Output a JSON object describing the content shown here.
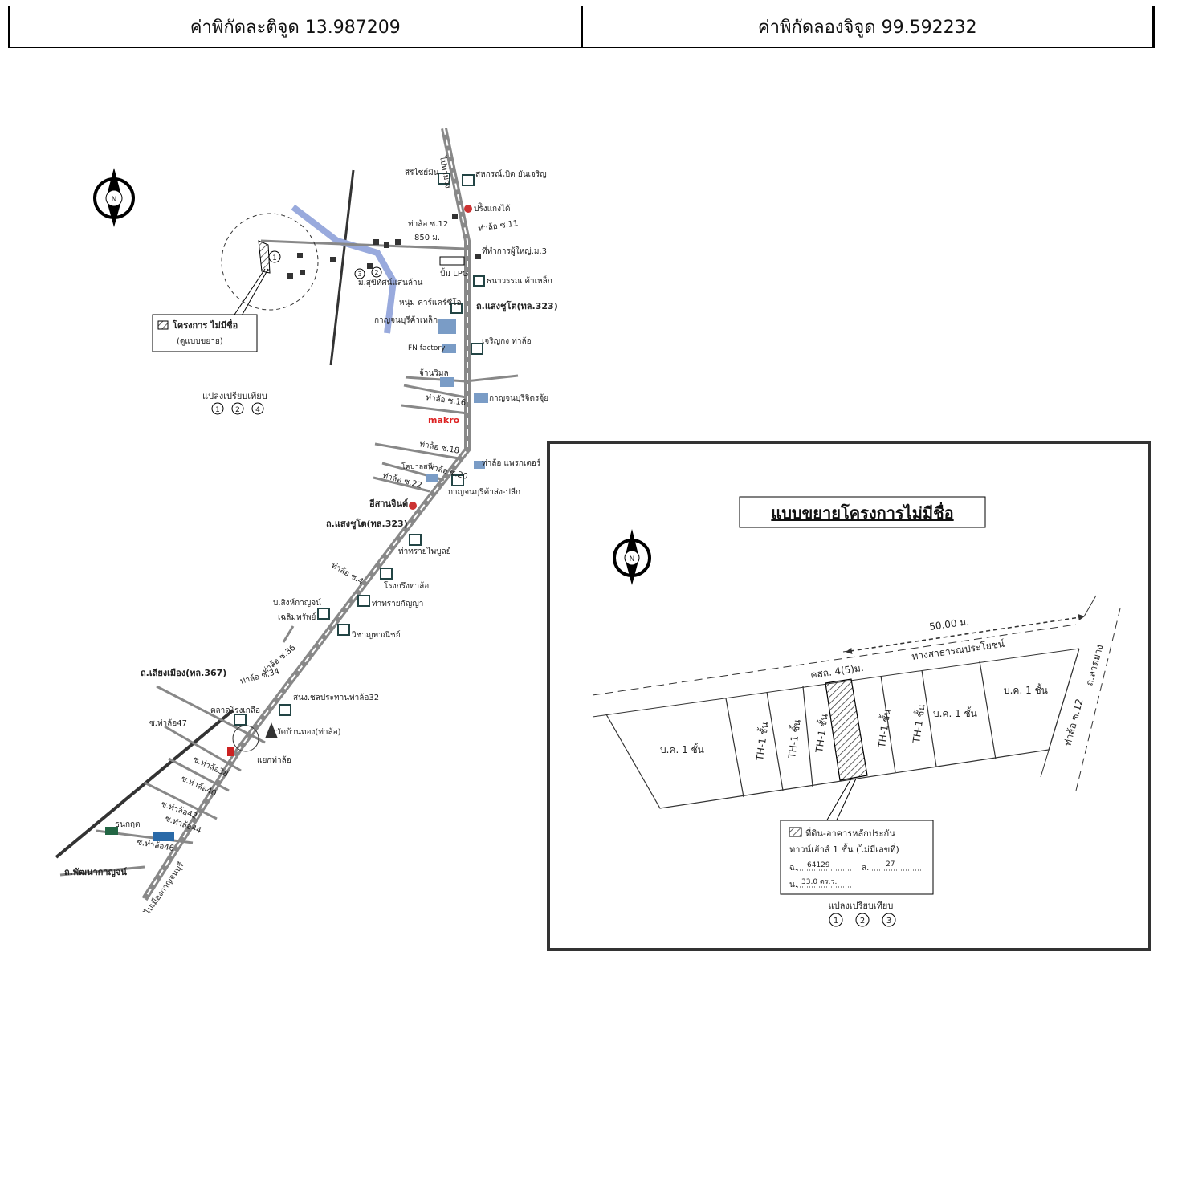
{
  "header": {
    "latitude": "ค่าพิกัดละติจูด 13.987209",
    "longitude": "ค่าพิกัดลองจิจูด 99.592232"
  },
  "overview_map": {
    "north": "N",
    "labels": {
      "to_north": "ไปท่าม่วง",
      "sirichai": "สิริไชย์มิน",
      "sahakorn": "สหกรณ์เบิด ยันเจริญ",
      "pro_liang": "ปร้ิงแกงได้",
      "thalo_12": "ท่าล้อ ซ.12",
      "thalo_11": "ท่าล้อ ซ.11",
      "dist_850": "850 ม.",
      "pumthong": "ที่ทำการผู้ใหญ่.ม.3",
      "lpg": "ปั้ม LPG",
      "sukho": "ม.สุขิทัศน์แสนล้าน",
      "thanawan": "ธนาวรรณ ค้าเหล็ก",
      "carcare": "หนุ่ม คาร์แคร์ซีโอ",
      "road_323_top": "ถ.แสงชูโต(ทล.323)",
      "karn_steel": "กาญจนบุรีค้าเหล็ก",
      "fn_factory": "FN factory",
      "charoen": "เจริญกง ท่าล้อ",
      "jan_wimon": "จ้านวิมล",
      "thalo_16": "ท่าล้อ ซ.16",
      "karn_jai": "กาญจนบุรีจิตรจุ้ย",
      "makro": "makro",
      "thalo_18": "ท่าล้อ ซ.18",
      "thalo_20": "ท่าล้อ ซ.20",
      "thalo_22": "ท่าล้อ ซ.22",
      "thalo_part": "ท่าล้อ แพรกเตอร์",
      "kobnam": "โคบาลสนี",
      "karn_plik": "กาญจนบุรีค้าส่ง-ปลีก",
      "isan": "อีสานจินต์",
      "road_323_mid": "ถ.แสงชูโต(ทล.323)",
      "thasai": "ท่าทรายไพบูลย์",
      "thalo_4": "ท่าล้อ ซ.4",
      "rongkrit": "โรงกรึงท่าล้อ",
      "singkarn": "บ.สิงห์กาญจน์",
      "chalerm": "เฉลิมทรัพย์",
      "thasai_kan": "ท่าทรายกัญญา",
      "wichan": "วิชาญพาณิชย์",
      "road_367": "ถ.เลียงเมือง(ทล.367)",
      "thalo_34": "ท่าล้อ ซ.34",
      "thalo_36": "ท่าล้อ ซ.36",
      "soi_47": "ซ.ท่าล้อ47",
      "talad": "ตลาดโรงเกลือ",
      "school": "สนง.ชลประทานท่าล้อ32",
      "wat": "วัดบ้านทอง(ท่าล้อ)",
      "junction": "แยกท่าล้อ",
      "soi_38": "ซ.ท่าล้อ38",
      "soi_40": "ซ.ท่าล้อ40",
      "soi_42": "ซ.ท่าล้อ42",
      "soi_44": "ซ.ท่าล้อ44",
      "soi_46": "ซ.ท่าล้อ46",
      "thanakorn": "ธนกฤต",
      "road_pattana": "ถ.พัฒนากาญจน์",
      "to_kan": "ไปเมืองกาญจนบุรี",
      "legend_title": "โครงการ ไม่มีชื่อ",
      "legend_sub": "(ดูแบบขยาย)",
      "compare": "แปลงเปรียบเทียบ",
      "c1": "1",
      "c2": "2",
      "c3": "3",
      "c4": "4"
    }
  },
  "detail_map": {
    "title": "แบบขยายโครงการไม่มีชื่อ",
    "north": "N",
    "dist": "50.00 ม.",
    "road_public": "ทางสาธารณประโยชน์",
    "road_kasl": "คสล. 4(5)ม.",
    "road_soi12": "ท่าล้อ ซ.12",
    "road_ladyang": "ถ.ลาดยาง",
    "house_left": "บ.ค. 1 ชั้น",
    "house_right1": "บ.ค. 1 ชั้น",
    "house_right2": "บ.ค. 1 ชั้น",
    "th1": "TH-1 ชั้น",
    "th2": "TH-1 ชั้น",
    "th3": "TH-1 ชั้น",
    "th4": "TH-1 ชั้น",
    "th5": "TH-1 ชั้น",
    "legend_l1": "ที่ดิน-อาคารหลักประกัน",
    "legend_l2": "ทาวน์เฮ้าส์ 1 ชั้น (ไม่มีเลขที่)",
    "legend_deed_prefix": "ฉ.",
    "legend_deed": "64129",
    "legend_land_prefix": "ล.",
    "legend_land": "27",
    "legend_area_prefix": "น.",
    "legend_area": "33.0 ตร.ว.",
    "compare": "แปลงเปรียบเทียบ",
    "c1": "1",
    "c2": "2",
    "c3": "3"
  }
}
